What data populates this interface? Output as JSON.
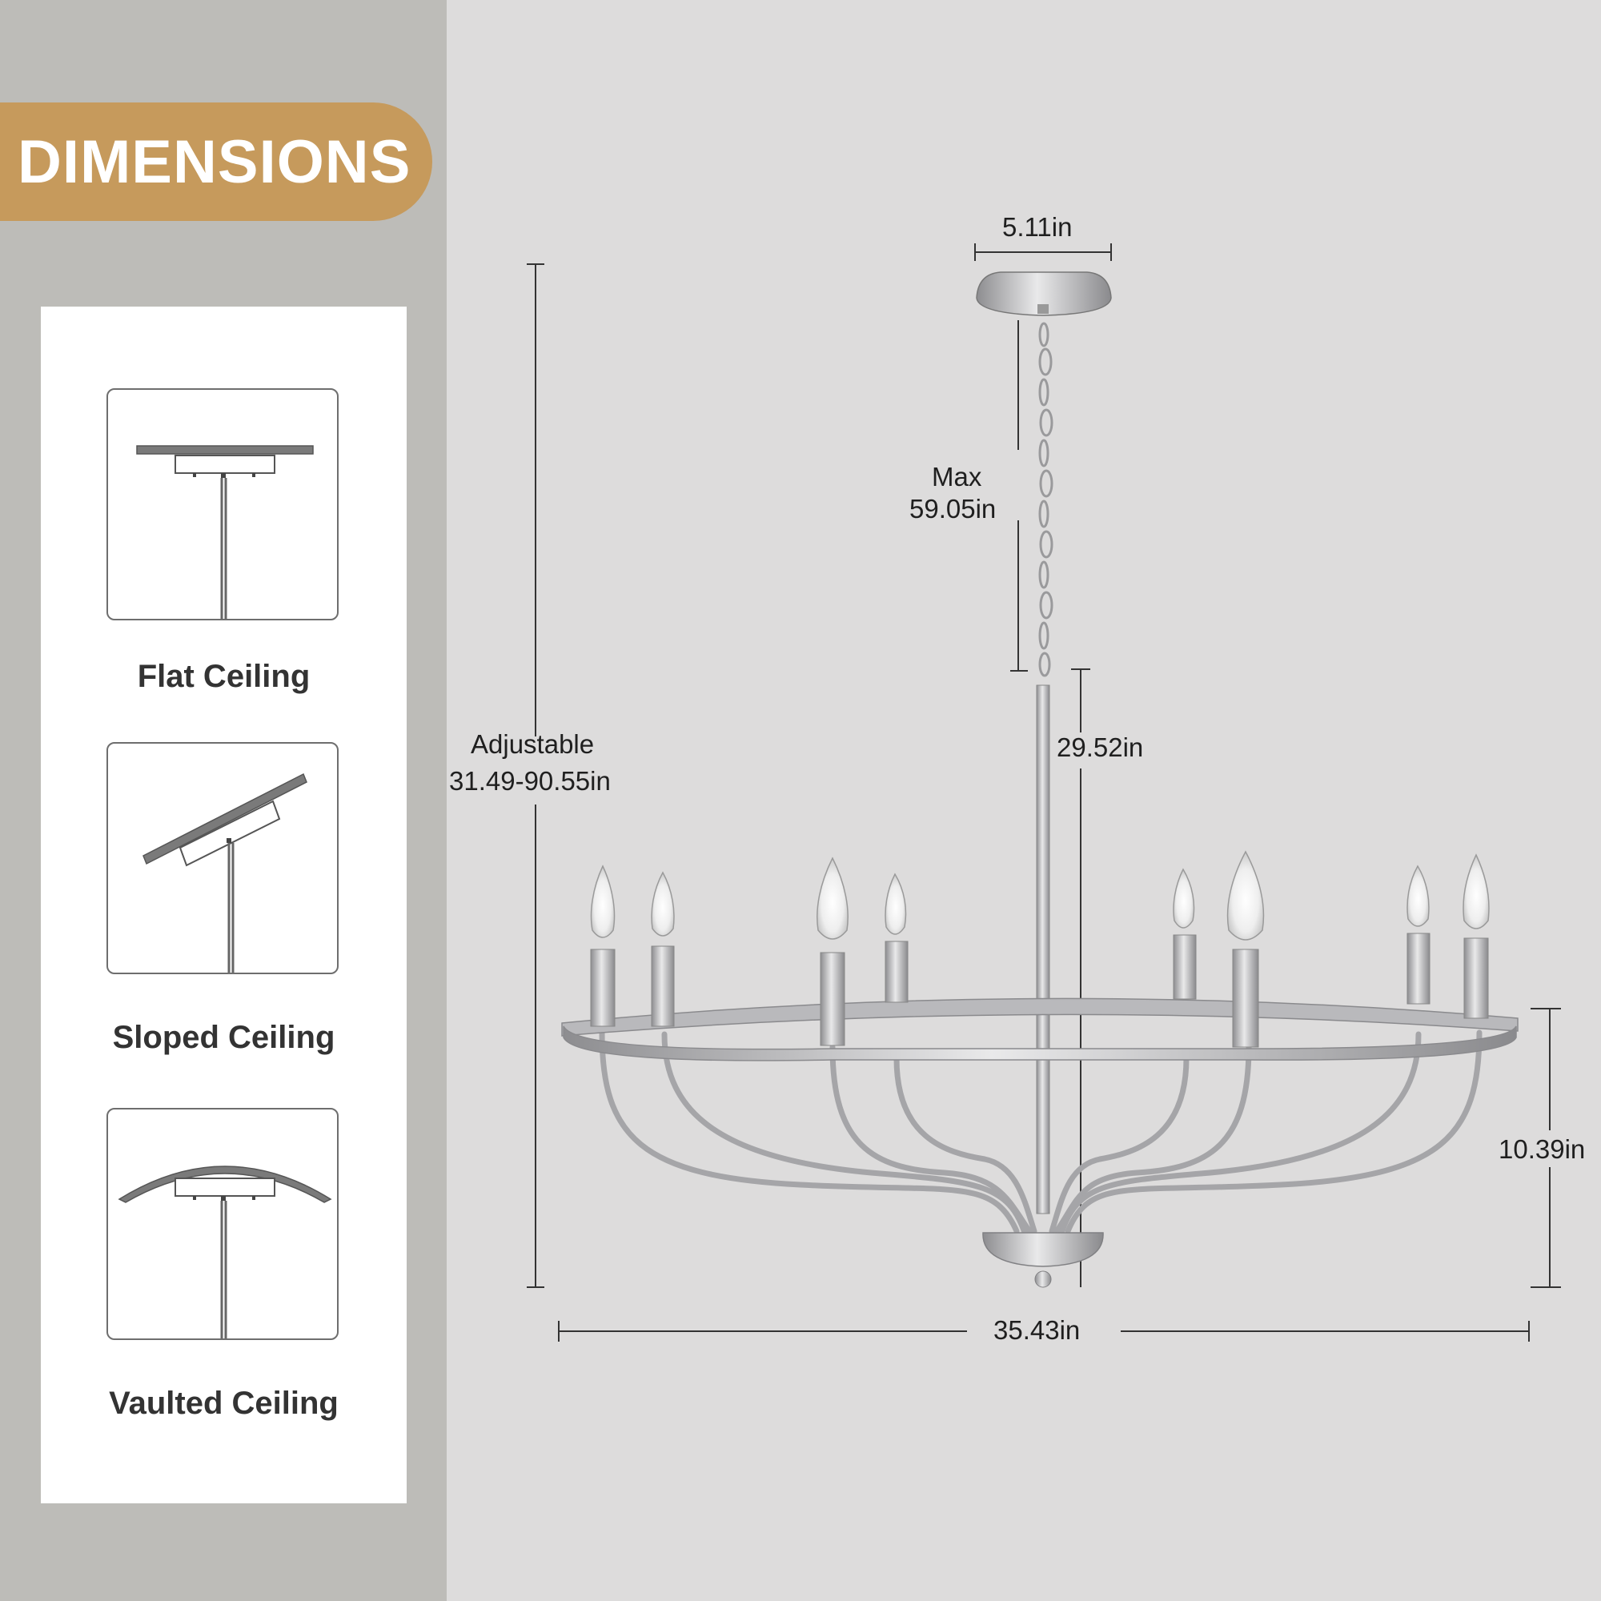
{
  "banner": {
    "title": "DIMENSIONS"
  },
  "ceiling_types": [
    {
      "label": "Flat Ceiling",
      "icon": "flat-ceiling-icon"
    },
    {
      "label": "Sloped Ceiling",
      "icon": "sloped-ceiling-icon"
    },
    {
      "label": "Vaulted Ceiling",
      "icon": "vaulted-ceiling-icon"
    }
  ],
  "dimensions": {
    "canopy_width": "5.11in",
    "chain_label_line1": "Max",
    "chain_label_line2": "59.05in",
    "rod_length": "29.52in",
    "adjustable_line1": "Adjustable",
    "adjustable_line2": "31.49-90.55in",
    "body_height": "10.39in",
    "total_width": "35.43in"
  },
  "colors": {
    "banner": "#c69a5c",
    "left_panel": "#bdbcb8",
    "background": "#dddcdc",
    "metal": "#a9a9ab"
  }
}
